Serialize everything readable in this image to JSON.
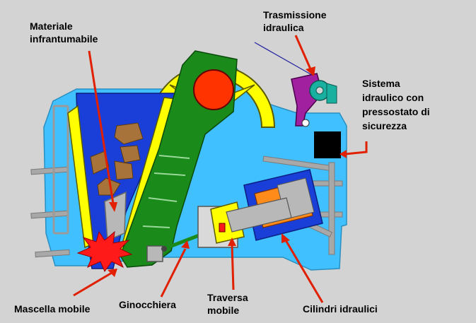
{
  "labels": {
    "materiale_line1": "Materiale",
    "materiale_line2": "infrantumabile",
    "trasmissione_line1": "Trasmissione",
    "trasmissione_line2": "idraulica",
    "sistema_line1": "Sistema",
    "sistema_line2": "idraulico con",
    "sistema_line3": "pressostato di",
    "sistema_line4": "sicurezza",
    "mascella": "Mascella mobile",
    "ginocchiera": "Ginocchiera",
    "traversa_line1": "Traversa",
    "traversa_line2": "mobile",
    "cilindri": "Cilindri idraulici"
  },
  "colors": {
    "background": "#d3d3d3",
    "frame": "#40c0ff",
    "flywheel": "#ffff00",
    "jaw": "#1a8a1a",
    "chamber": "#1a3fd8",
    "rock": "#a8733a",
    "pulley": "#ff3300",
    "transmission": "#a020a0",
    "cylinder": "#ff8c1a",
    "pointer": "#e02000",
    "spark": "#ff1a1a",
    "sensor": "#000000"
  }
}
